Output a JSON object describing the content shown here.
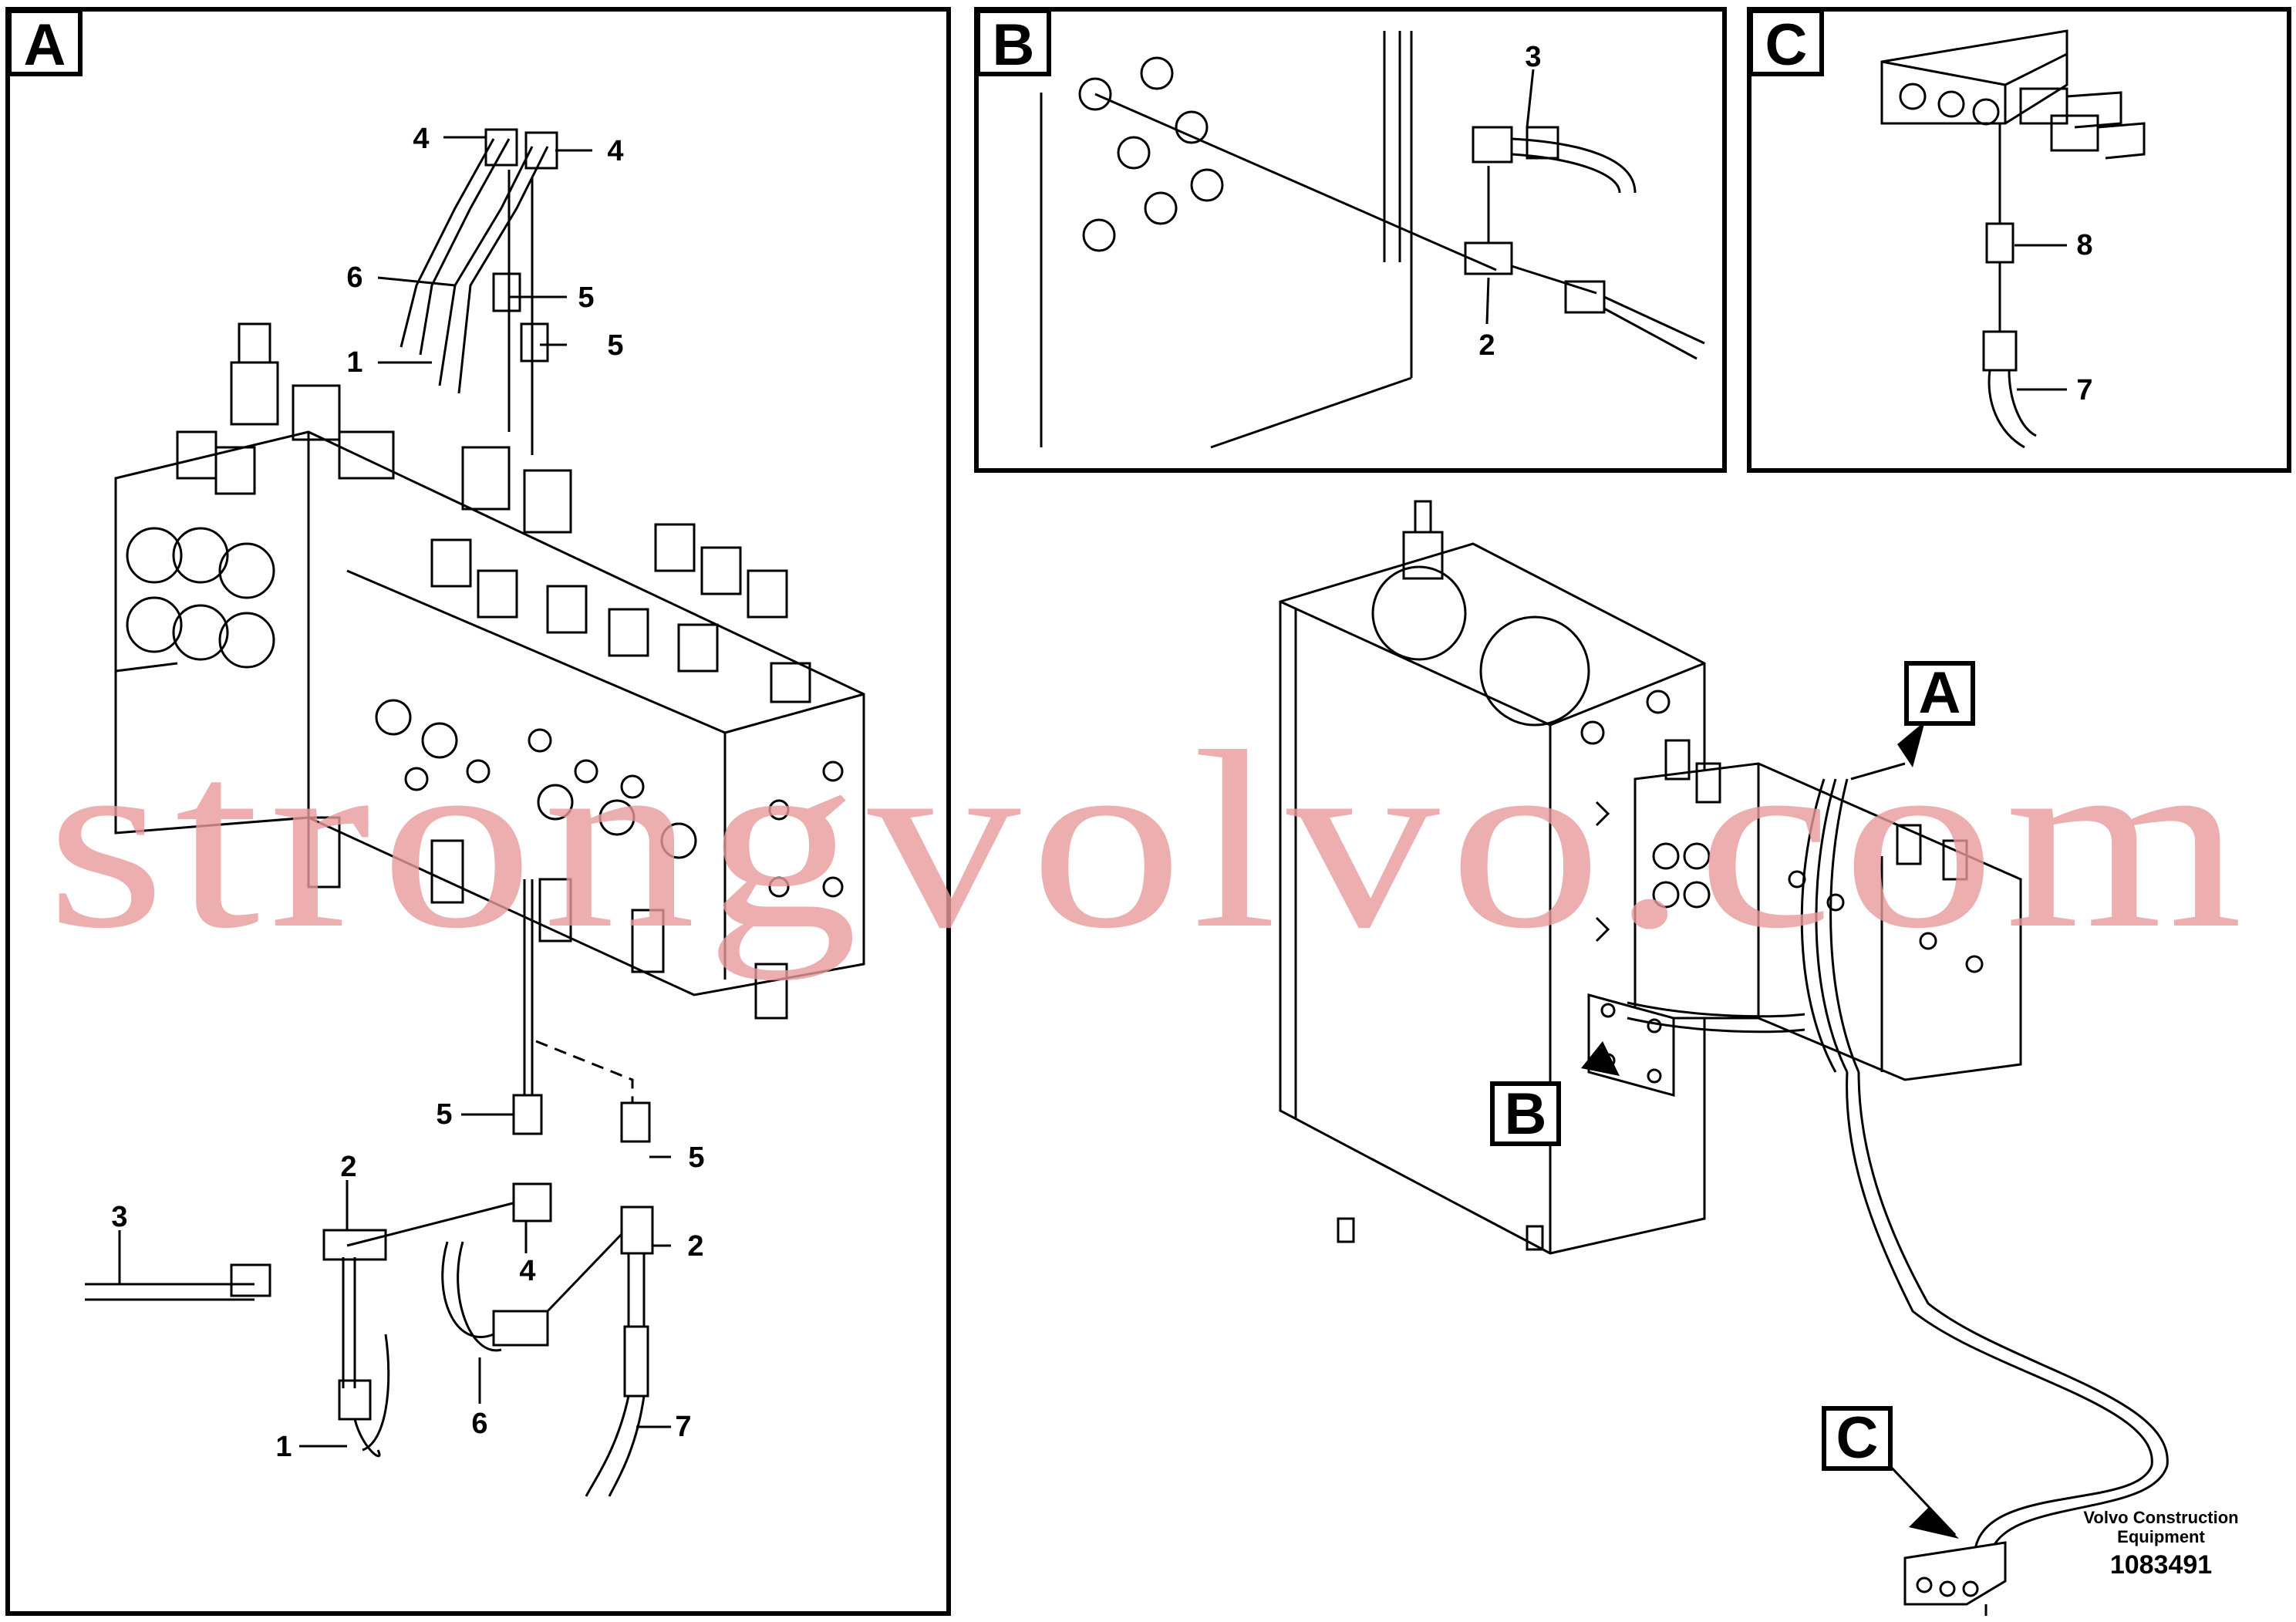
{
  "panels": {
    "a": {
      "letter": "A"
    },
    "b": {
      "letter": "B"
    },
    "c": {
      "letter": "C"
    }
  },
  "callouts": {
    "main_a": "A",
    "main_b": "B",
    "main_c": "C"
  },
  "labels": {
    "a_4_left": "4",
    "a_4_right": "4",
    "a_6_top": "6",
    "a_1_top": "1",
    "a_5_top1": "5",
    "a_5_top2": "5",
    "a_5_mid_left": "5",
    "a_5_mid_right": "5",
    "a_2_left": "2",
    "a_2_right": "2",
    "a_3": "3",
    "a_4_bottom": "4",
    "a_1_bottom": "1",
    "a_6_bottom": "6",
    "a_7": "7",
    "b_3": "3",
    "b_2": "2",
    "c_8": "8",
    "c_7": "7"
  },
  "footer": {
    "company_line1": "Volvo Construction",
    "company_line2": "Equipment",
    "drawing_number": "1083491"
  },
  "watermark": "strongvolvo.com",
  "colors": {
    "line": "#000000",
    "watermark": "#e89a9a"
  }
}
